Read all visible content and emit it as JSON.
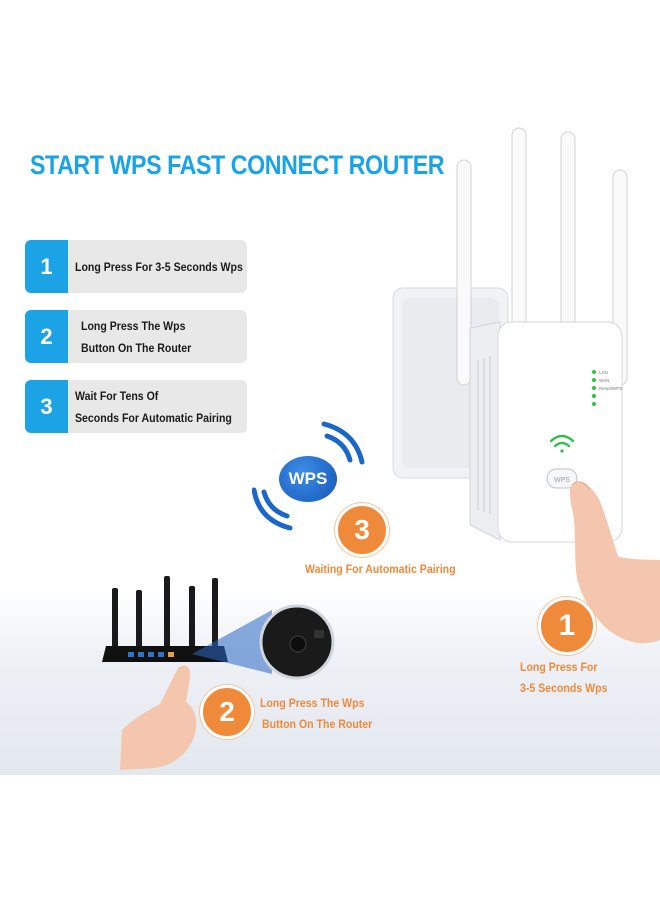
{
  "title": "START WPS FAST CONNECT ROUTER",
  "steps": [
    {
      "number": "1",
      "line1": "Long Press For 3-5 Seconds Wps",
      "line2": ""
    },
    {
      "number": "2",
      "line1": "Long Press The Wps",
      "line2": "Button On The Router"
    },
    {
      "number": "3",
      "line1": "Wait For Tens Of",
      "line2": "Seconds For Automatic Pairing"
    }
  ],
  "wps_badge": "WPS",
  "callouts": {
    "step3": {
      "number": "3",
      "line1": "Waiting For Automatic Pairing"
    },
    "step1": {
      "number": "1",
      "line1": "Long Press For",
      "line2": "3-5 Seconds Wps"
    },
    "step2": {
      "number": "2",
      "line1": "Long Press The Wps",
      "line2": "Button On The Router"
    }
  },
  "device": {
    "indicators": [
      "LAN",
      "WAN",
      "Reset/WPS"
    ],
    "button_label": "WPS"
  },
  "colors": {
    "title_blue": "#19a3e8",
    "step_blue": "#1ba3e6",
    "step_bg": "#e8e8e8",
    "orange": "#ef8a3b",
    "wps_blue": "#1a66c9",
    "led_green": "#2fbf4a"
  }
}
